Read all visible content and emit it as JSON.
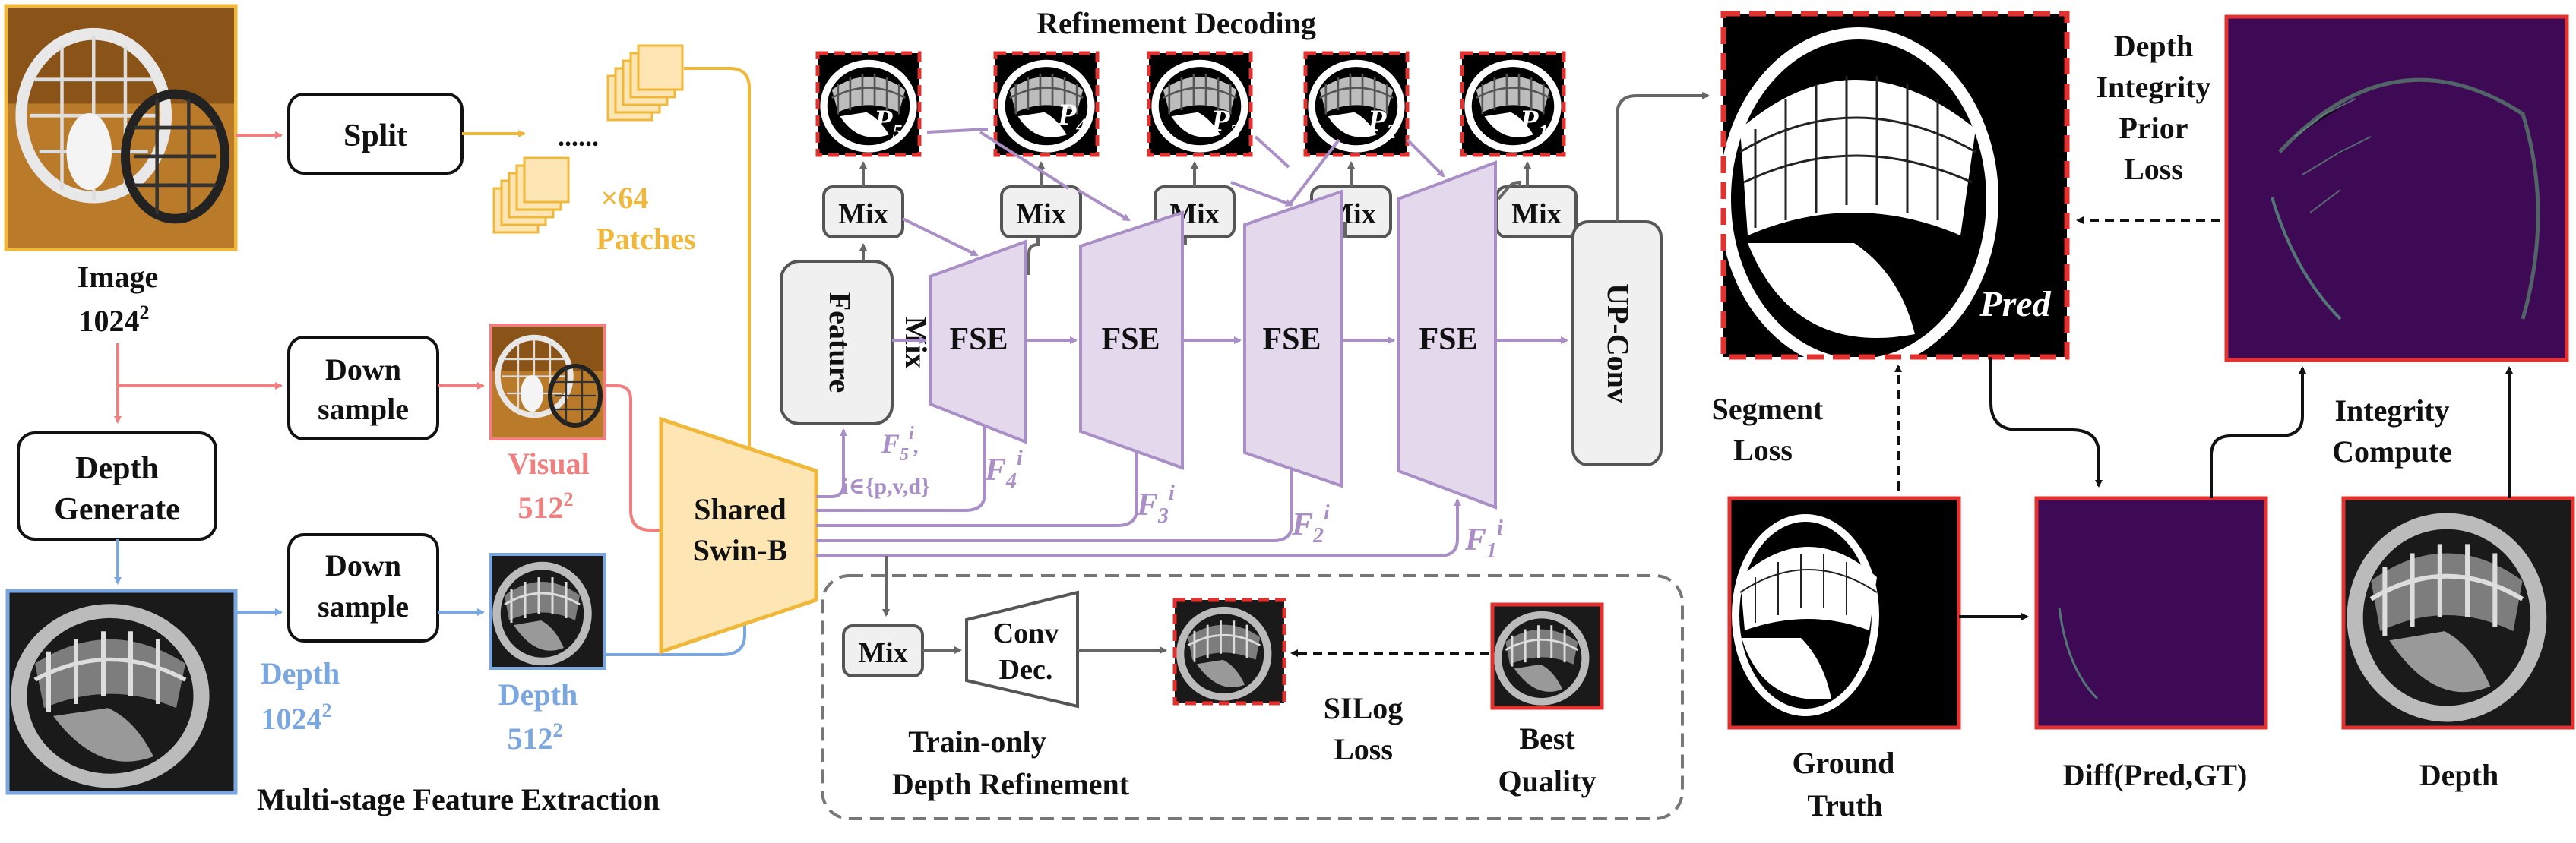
{
  "colors": {
    "orange": "#f0b83a",
    "red": "#f07f7f",
    "blue": "#7ba7e0",
    "purple": "#a98fc6",
    "fse_fill": "#e3d8ec",
    "dark_red_border": "#e2312e",
    "dark_purple": "#3f0a55"
  },
  "labels": {
    "split": "Split",
    "patches_count": "×64",
    "patches": "Patches",
    "dots": "......",
    "image": "Image",
    "image_res": "1024",
    "sq": "2",
    "down_sample_a": "Down",
    "down_sample_b": "sample",
    "depth_gen_a": "Depth",
    "depth_gen_b": "Generate",
    "visual": "Visual",
    "visual_res": "512",
    "depth_in": "Depth",
    "depth_in_res": "1024",
    "depth_small": "Depth",
    "depth_small_res": "512",
    "multi_stage": "Multi-stage Feature Extraction",
    "shared_a": "Shared",
    "shared_b": "Swin-B",
    "refinement_decoding": "Refinement Decoding",
    "feature_mix_a": "Feature",
    "feature_mix_b": "Mix",
    "fse": "FSE",
    "mix": "Mix",
    "up_conv": "UP-Conv",
    "p5": "P",
    "p5_sub": "5",
    "p4_sub": "4",
    "p3_sub": "3",
    "p2_sub": "2",
    "p1_sub": "1",
    "f": "F",
    "f5_sub": "5",
    "f4_sub": "4",
    "f3_sub": "3",
    "f2_sub": "2",
    "f1_sub": "1",
    "f_sup": "i",
    "f_set": "i∈{p,v,d}",
    "conv_dec_a": "Conv",
    "conv_dec_b": "Dec.",
    "train_only_a": "Train-only",
    "train_only_b": "Depth Refinement",
    "silog_a": "SILog",
    "silog_b": "Loss",
    "best_a": "Best",
    "best_b": "Quality",
    "pred": "Pred",
    "segment_loss_a": "Segment",
    "segment_loss_b": "Loss",
    "ground_truth_a": "Ground",
    "ground_truth_b": "Truth",
    "diff": "Diff(Pred,GT)",
    "depth_out": "Depth",
    "integrity_a": "Integrity",
    "integrity_b": "Compute",
    "dip_a": "Depth",
    "dip_b": "Integrity",
    "dip_c": "Prior",
    "dip_d": "Loss"
  }
}
